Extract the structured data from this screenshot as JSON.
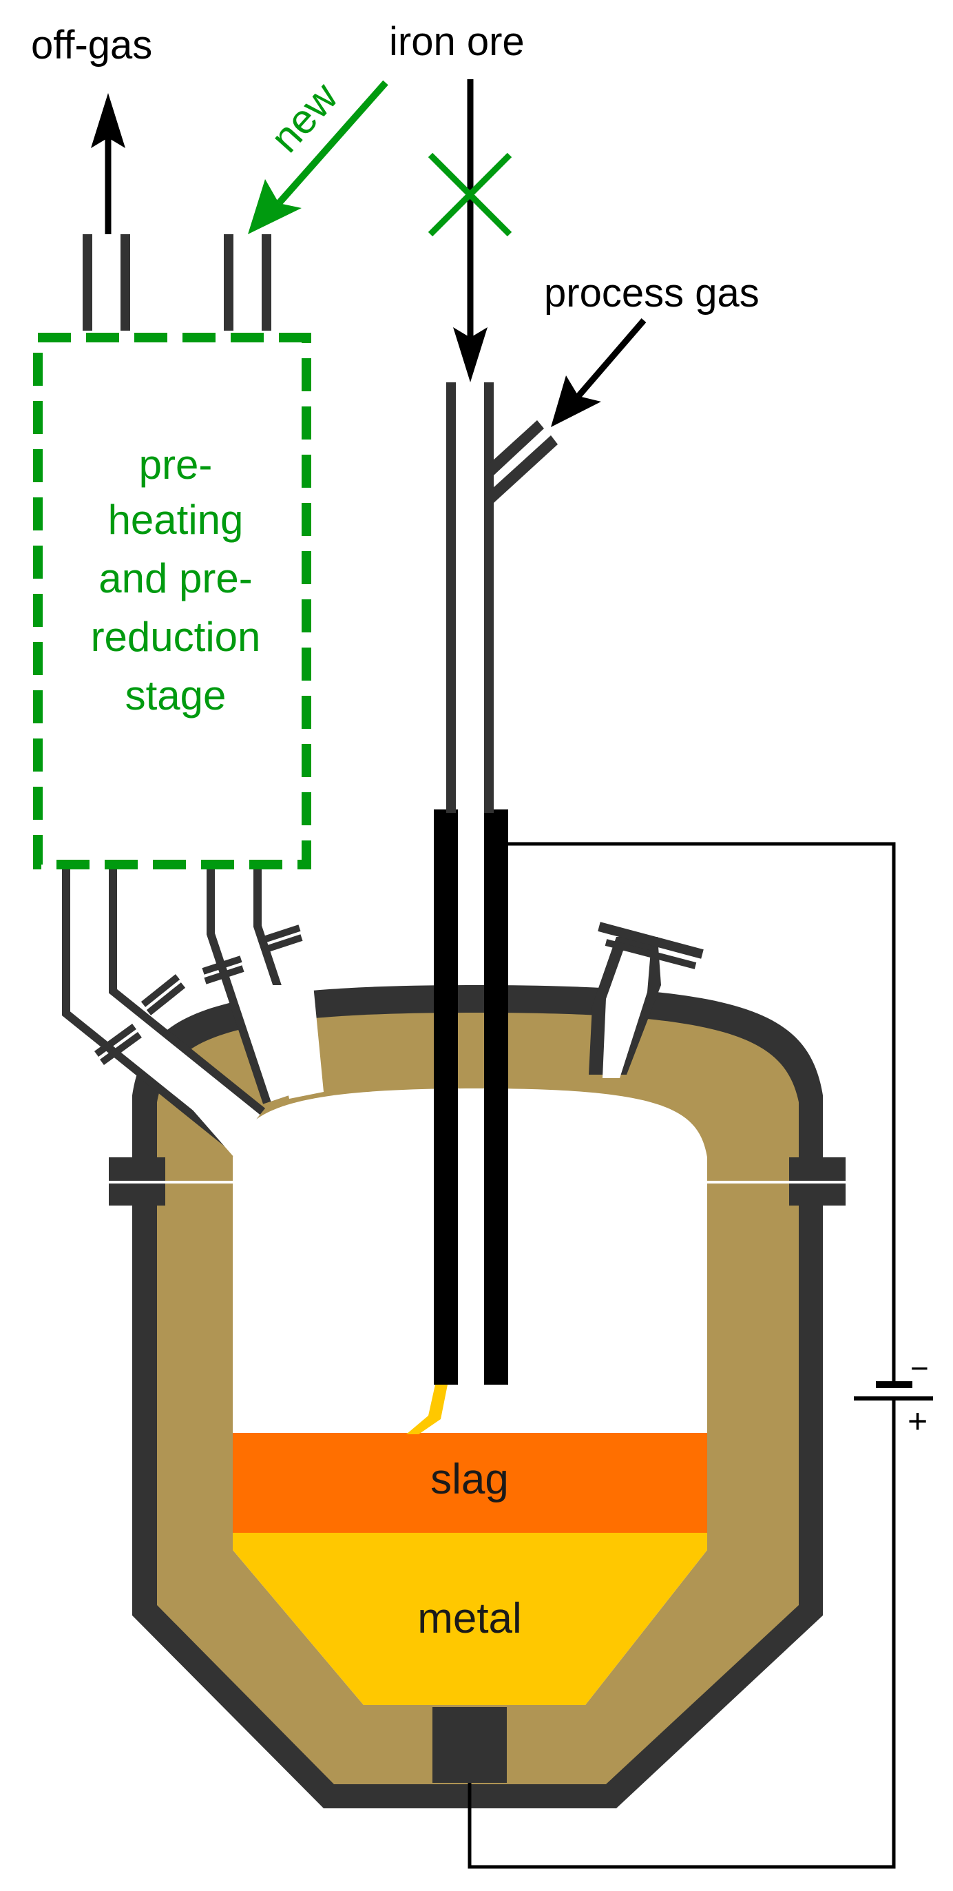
{
  "labels": {
    "off_gas": "off-gas",
    "iron_ore": "iron ore",
    "new": "new",
    "process_gas": "process gas",
    "stage_line1": "pre-",
    "stage_line2": "heating",
    "stage_line3": "and pre-",
    "stage_line4": "reduction",
    "stage_line5": "stage",
    "slag": "slag",
    "metal": "metal",
    "battery_minus": "−",
    "battery_plus": "+"
  },
  "colors": {
    "shell": "#333333",
    "refractory": "#b09554",
    "slag": "#ff6f00",
    "metal": "#ffc800",
    "stage_green": "#009a0f",
    "electrode": "#000000",
    "wire": "#000000"
  }
}
